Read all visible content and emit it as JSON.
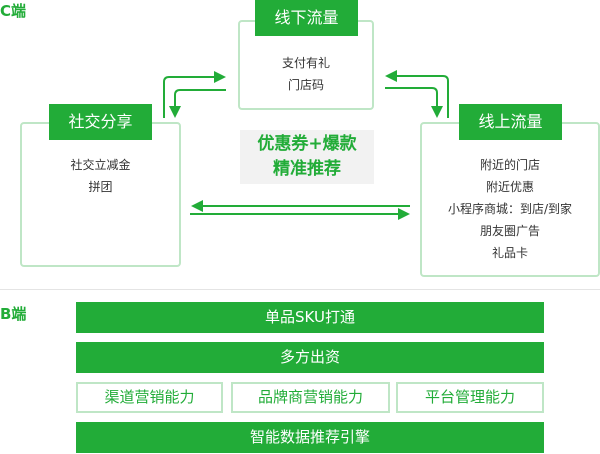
{
  "c_label": "C端",
  "b_label": "B端",
  "offline": {
    "title": "线下流量",
    "items": [
      "支付有礼",
      "门店码"
    ]
  },
  "social": {
    "title": "社交分享",
    "items": [
      "社交立减金",
      "拼团"
    ]
  },
  "online": {
    "title": "线上流量",
    "items": [
      "附近的门店",
      "附近优惠",
      "小程序商城：到店/到家",
      "朋友圈广告",
      "礼品卡"
    ]
  },
  "center": {
    "line1": "优惠券+爆款",
    "line2": "精准推荐"
  },
  "b_layers": {
    "sku": "单品SKU打通",
    "funding": "多方出资",
    "capabilities": [
      "渠道营销能力",
      "品牌商营销能力",
      "平台管理能力"
    ],
    "engine": "智能数据推荐引擎"
  },
  "colors": {
    "green": "#22ac38",
    "light_border": "#bfe6c6"
  }
}
